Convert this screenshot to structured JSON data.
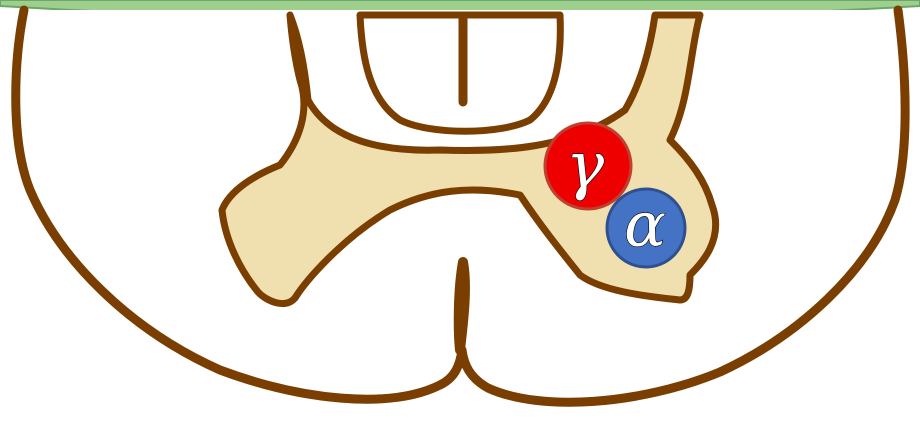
{
  "colors": {
    "background": "#ffffff",
    "outline": "#7a3f00",
    "white_matter": "#ffffff",
    "gray_matter": "#f0e0b0",
    "top_band": "#9fcf8c",
    "top_band_edge": "#6aa86a",
    "gamma_fill": "#ee0000",
    "gamma_edge": "#c04030",
    "alpha_fill": "#4472c4",
    "alpha_edge": "#2f4f90",
    "label_text": "#ffffff"
  },
  "neurons": {
    "gamma": {
      "label": "γ",
      "icon": "gamma-motor-neuron-circle"
    },
    "alpha": {
      "label": "α",
      "icon": "alpha-motor-neuron-circle"
    }
  }
}
